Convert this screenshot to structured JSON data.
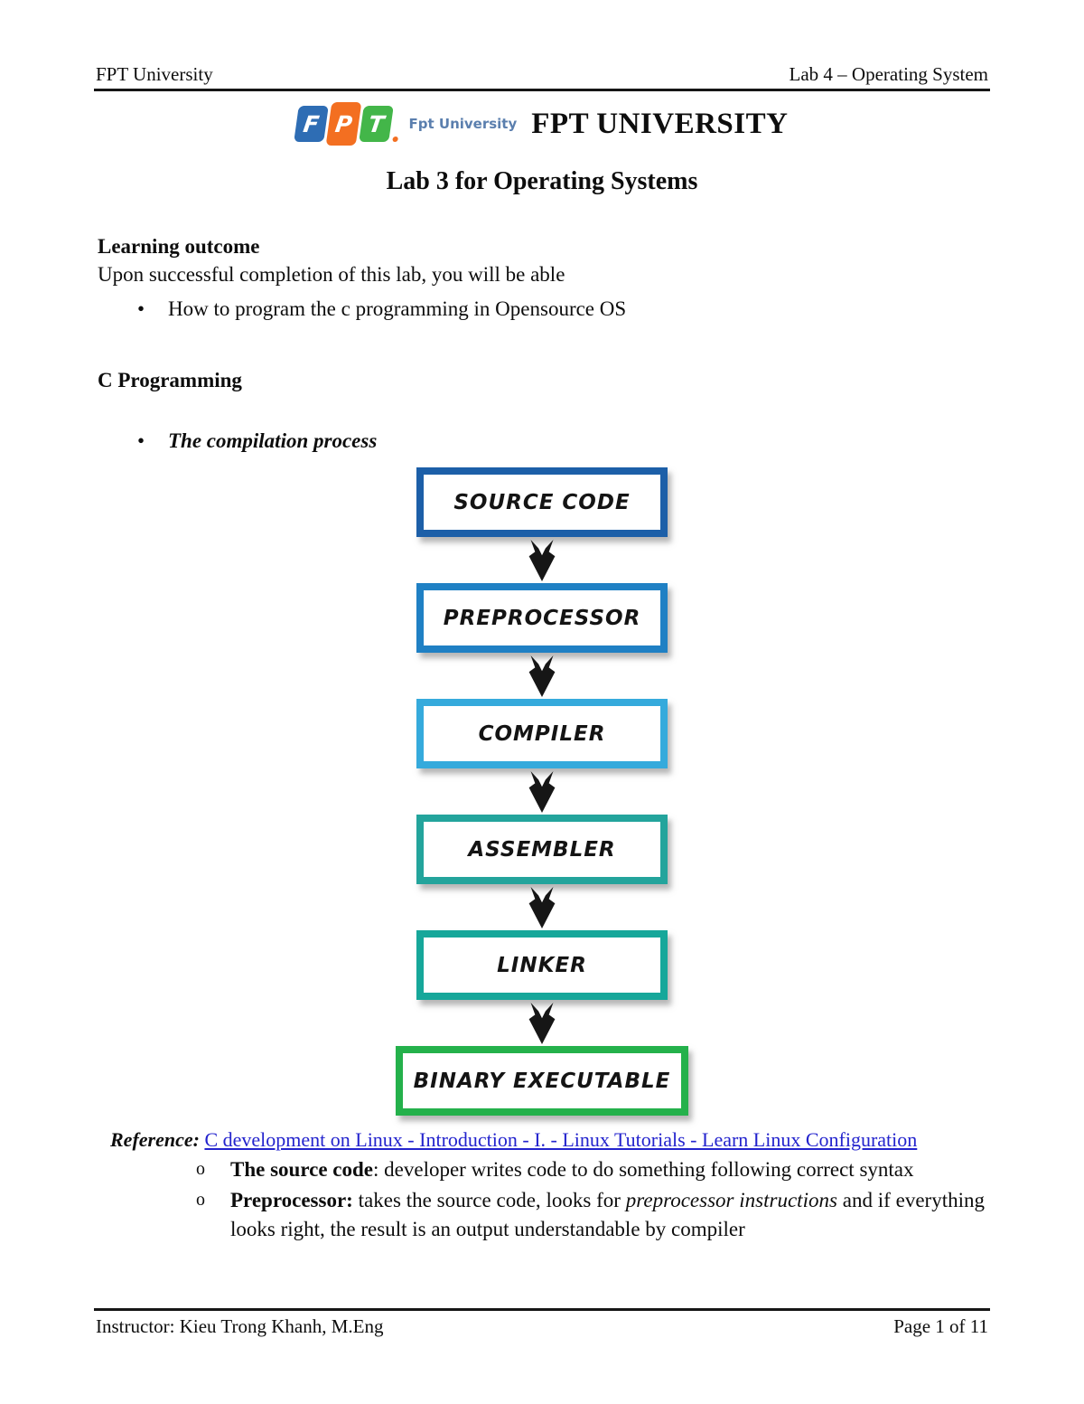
{
  "header": {
    "left": "FPT University",
    "right": "Lab 4 – Operating System"
  },
  "logo": {
    "letters": [
      "F",
      "P",
      "T"
    ],
    "caption": "Fpt University",
    "colors": {
      "f": "#2e6db4",
      "p": "#f36f21",
      "t": "#43b649",
      "dot": "#f36f21",
      "caption": "#5b7fae"
    }
  },
  "title": "FPT UNIVERSITY",
  "subtitle": "Lab 3 for Operating Systems",
  "learning_outcome": {
    "heading": "Learning outcome",
    "intro": "Upon successful completion of this lab, you will be able",
    "bullet_glyph": "•",
    "bullet_text": "How to program the c programming in Opensource OS"
  },
  "c_programming": {
    "heading": "C Programming",
    "bullet_glyph": "•",
    "bullet_text": "The compilation process"
  },
  "diagram": {
    "arrow_color": "#161616",
    "steps": [
      {
        "label": "SOURCE CODE",
        "border_color": "#1c5fa8"
      },
      {
        "label": "PREPROCESSOR",
        "border_color": "#1f80c4"
      },
      {
        "label": "COMPILER",
        "border_color": "#35aadc"
      },
      {
        "label": "ASSEMBLER",
        "border_color": "#23a49c"
      },
      {
        "label": "LINKER",
        "border_color": "#16a79a"
      },
      {
        "label": "BINARY EXECUTABLE",
        "border_color": "#24b14b"
      }
    ]
  },
  "reference": {
    "label": "Reference:",
    "link_text": "C development on Linux - Introduction - I. - Linux Tutorials - Learn Linux Configuration",
    "link_color": "#2323cd"
  },
  "notes": {
    "marker_glyph": "o",
    "items": [
      {
        "bold": "The source code",
        "pre": ": developer writes code to do something following correct syntax",
        "italic": "",
        "post": ""
      },
      {
        "bold": "Preprocessor:",
        "pre": " takes the source code, looks for ",
        "italic": "preprocessor instructions",
        "post": " and if everything looks right, the result is an output understandable by compiler"
      }
    ]
  },
  "footer": {
    "left": "Instructor: Kieu Trong Khanh, M.Eng",
    "right": "Page 1 of 11"
  }
}
